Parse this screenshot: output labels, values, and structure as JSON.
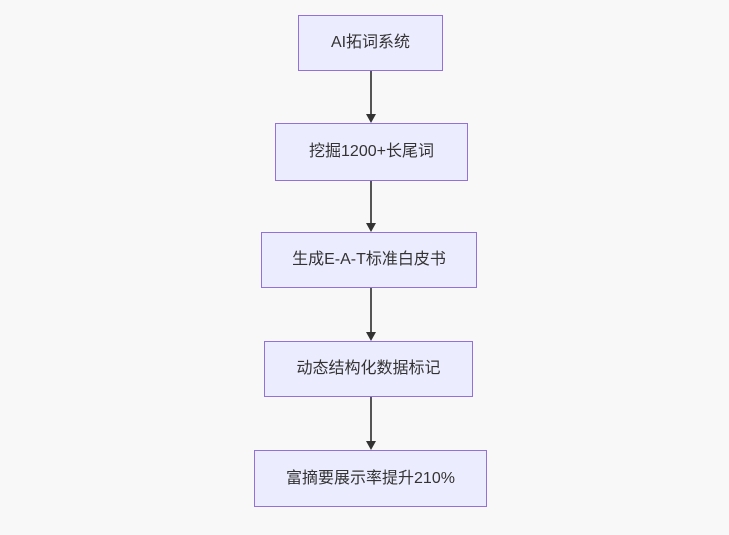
{
  "diagram": {
    "type": "flowchart",
    "direction": "top-down",
    "nodes": [
      {
        "id": "node-1",
        "label": "AI拓词系统"
      },
      {
        "id": "node-2",
        "label": "挖掘1200+长尾词"
      },
      {
        "id": "node-3",
        "label": "生成E-A-T标准白皮书"
      },
      {
        "id": "node-4",
        "label": "动态结构化数据标记"
      },
      {
        "id": "node-5",
        "label": "富摘要展示率提升210%"
      }
    ],
    "edges": [
      {
        "from": "AI拓词系统",
        "to": "挖掘1200+长尾词",
        "style": "arrow-down"
      },
      {
        "from": "挖掘1200+长尾词",
        "to": "生成E-A-T标准白皮书",
        "style": "arrow-down"
      },
      {
        "from": "生成E-A-T标准白皮书",
        "to": "动态结构化数据标记",
        "style": "arrow-down"
      },
      {
        "from": "动态结构化数据标记",
        "to": "富摘要展示率提升210%",
        "style": "arrow-down"
      }
    ],
    "colors": {
      "background": "#f8f8f8",
      "node_fill": "#ececff",
      "node_border": "#9370db",
      "node_text": "#333333",
      "arrow_line": "#555555",
      "arrow_head": "#333333"
    }
  }
}
